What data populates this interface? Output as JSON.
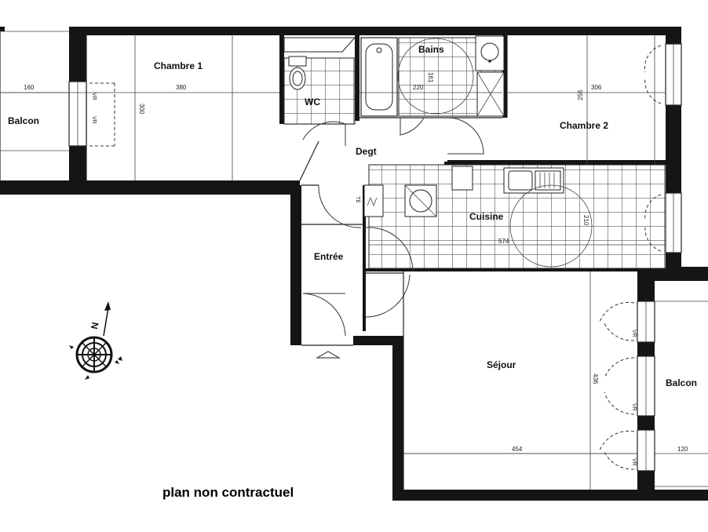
{
  "rooms": {
    "chambre1": "Chambre 1",
    "chambre2": "Chambre 2",
    "bains": "Bains",
    "wc": "WC",
    "degt": "Degt",
    "cuisine": "Cuisine",
    "entree": "Entrée",
    "sejour": "Séjour",
    "balcon_left": "Balcon",
    "balcon_right": "Balcon"
  },
  "dimensions": {
    "balcon_left_width": "160",
    "chambre1_width": "380",
    "chambre1_depth": "300",
    "bains_width": "220",
    "bains_depth": "161",
    "chambre2_width": "306",
    "chambre2_depth": "256",
    "cuisine_width": "574",
    "cuisine_depth": "210",
    "sejour_width": "454",
    "sejour_depth": "436",
    "balcon_right_width": "120"
  },
  "annotations": {
    "vr": "VR",
    "te": "TE",
    "north": "N"
  },
  "footer": "plan non contractuel"
}
